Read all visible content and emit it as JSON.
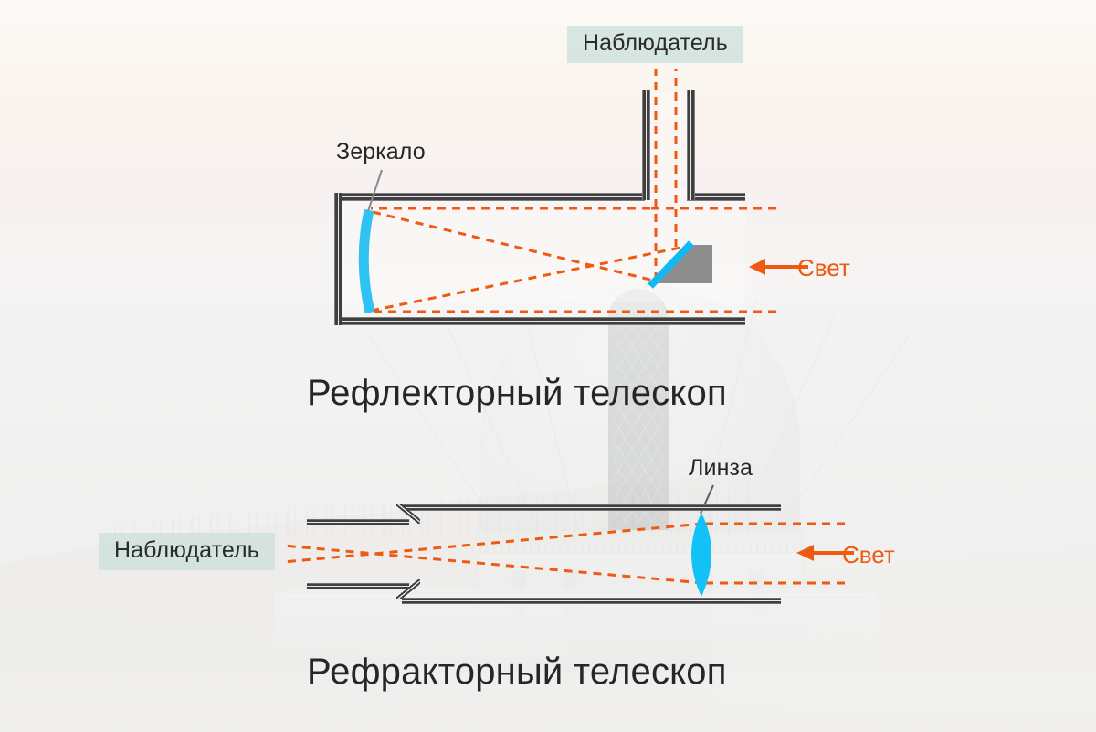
{
  "diagram": {
    "title_overall": "",
    "background": {
      "scene": "observatory-dome-at-sunset",
      "sky_top_color": "#fdfbf4",
      "sky_warm_color": "#f7e8dc",
      "haze_color": "#ececec"
    },
    "colors": {
      "mirror": "#2fc3f4",
      "lens": "#12c2f7",
      "ray": "#ef5a12",
      "light_text": "#f05a10",
      "tube_dark": "#3f3f3f",
      "tube_light": "#e8e8e8",
      "secondary_block": "#8d8d8d",
      "label_box_bg": "#cde0db",
      "label_text": "#2b2b2b",
      "title_text": "#262626",
      "leader_line": "#8a8a8a"
    },
    "sections": [
      {
        "id": "reflector",
        "title": "Рефлекторный телескоп",
        "labels": [
          {
            "name": "observer",
            "text": "Наблюдатель",
            "boxed": true
          },
          {
            "name": "mirror",
            "text": "Зеркало",
            "boxed": false
          },
          {
            "name": "light",
            "text": "Свет",
            "boxed": false,
            "arrow": "left"
          }
        ],
        "optics": [
          {
            "name": "primary-mirror",
            "kind": "concave-mirror"
          },
          {
            "name": "secondary-mirror",
            "kind": "flat-diagonal-mirror"
          }
        ]
      },
      {
        "id": "refractor",
        "title": "Рефракторный телескоп",
        "labels": [
          {
            "name": "observer",
            "text": "Наблюдатель",
            "boxed": true
          },
          {
            "name": "lens",
            "text": "Линза",
            "boxed": false
          },
          {
            "name": "light",
            "text": "Свет",
            "boxed": false,
            "arrow": "left"
          }
        ],
        "optics": [
          {
            "name": "objective-lens",
            "kind": "biconvex-lens"
          }
        ]
      }
    ]
  }
}
